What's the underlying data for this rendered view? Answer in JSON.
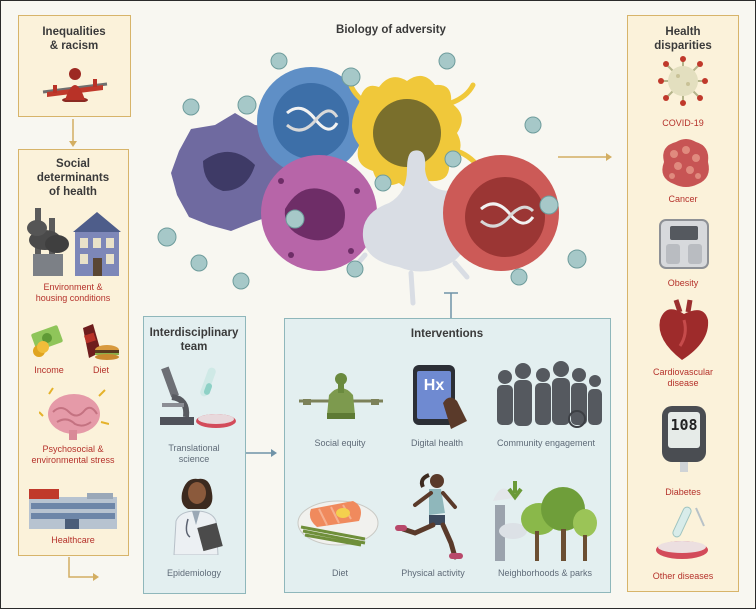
{
  "center": {
    "title": "Biology of adversity"
  },
  "left": {
    "inequalities_title": "Inequalities\n& racism",
    "social_title": "Social\ndeterminants\nof health",
    "items": [
      {
        "label": "Environment &\nhousing conditions",
        "icon": "factory-house-icon"
      },
      {
        "label": "Income",
        "icon": "money-icon"
      },
      {
        "label": "Diet",
        "icon": "soda-burger-icon"
      },
      {
        "label": "Psychosocial &\nenvironmental stress",
        "icon": "brain-icon"
      },
      {
        "label": "Healthcare",
        "icon": "hospital-icon"
      }
    ]
  },
  "team": {
    "title": "Interdisciplinary\nteam",
    "items": [
      {
        "label": "Translational\nscience",
        "icon": "microscope-icon"
      },
      {
        "label": "Epidemiology",
        "icon": "doctor-icon"
      }
    ]
  },
  "interventions": {
    "title": "Interventions",
    "items": [
      {
        "label": "Social equity",
        "icon": "balance-icon"
      },
      {
        "label": "Digital health",
        "icon": "tablet-icon",
        "tablet_text": "Hx"
      },
      {
        "label": "Community engagement",
        "icon": "people-icon"
      },
      {
        "label": "Diet",
        "icon": "salmon-plate-icon"
      },
      {
        "label": "Physical activity",
        "icon": "runner-icon"
      },
      {
        "label": "Neighborhoods & parks",
        "icon": "trees-icon"
      }
    ]
  },
  "right": {
    "title": "Health\ndisparities",
    "items": [
      {
        "label": "COVID-19",
        "icon": "virus-icon"
      },
      {
        "label": "Cancer",
        "icon": "tumor-icon"
      },
      {
        "label": "Obesity",
        "icon": "scale-icon"
      },
      {
        "label": "Cardiovascular\ndisease",
        "icon": "heart-icon"
      },
      {
        "label": "Diabetes",
        "icon": "glucose-meter-icon",
        "meter_value": "108"
      },
      {
        "label": "Other diseases",
        "icon": "petri-dish-icon"
      }
    ]
  },
  "colors": {
    "gold": "#d7b46a",
    "teal": "#8fb7bb",
    "red_label": "#b5322b",
    "gray_label": "#5f6b78"
  }
}
